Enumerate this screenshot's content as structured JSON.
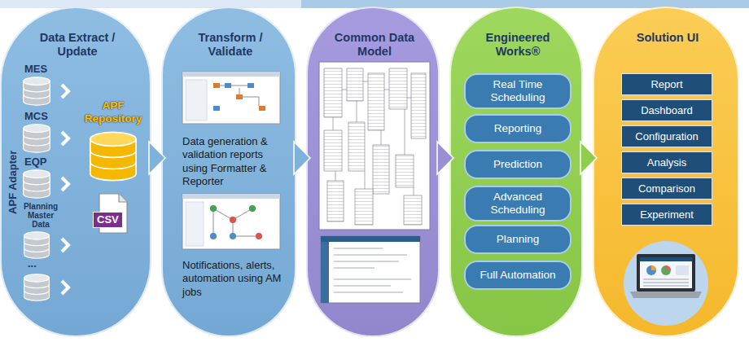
{
  "diagram": {
    "nodes": [
      {
        "text": [
          "Data Extract / Update"
        ]
      },
      {
        "text": [
          "Transform / Validate",
          "Data generation & validation reports using Formatter & Reporter",
          "Notifications, alerts, automation using AM jobs"
        ]
      },
      {
        "text": [
          "Common Data Model"
        ]
      },
      {
        "text": [
          "Engineered Works®"
        ]
      },
      {
        "text": [
          "Real Time Scheduling"
        ],
        "in": 3
      },
      {
        "text": [
          "Reporting"
        ],
        "in": 3
      },
      {
        "text": [
          "Prediction"
        ],
        "in": 3
      },
      {
        "text": [
          "Advanced Scheduling"
        ],
        "in": 3
      },
      {
        "text": [
          "Planning"
        ],
        "in": 3
      },
      {
        "text": [
          "Full Automation"
        ],
        "in": 3
      },
      {
        "text": [
          "Solution UI"
        ]
      },
      {
        "text": [
          "Report"
        ],
        "in": 10
      },
      {
        "text": [
          "Dashboard"
        ],
        "in": 10
      },
      {
        "text": [
          "Configuration"
        ],
        "in": 10
      },
      {
        "text": [
          "Analysis"
        ],
        "in": 10
      },
      {
        "text": [
          "Comparison"
        ],
        "in": 10
      },
      {
        "text": [
          "Experiment"
        ],
        "in": 10
      }
    ],
    "edges": [
      {
        "from": 0,
        "to": 1,
        "arrow": "to"
      },
      {
        "from": 1,
        "to": 2,
        "arrow": "to"
      },
      {
        "from": 2,
        "to": 3,
        "arrow": "to"
      },
      {
        "from": 3,
        "to": 10,
        "arrow": "to"
      }
    ],
    "labels": [
      "MES",
      "MCS",
      "EQP",
      "APF Adapter",
      "Planning Master Data",
      "...",
      "APF Repository",
      "CSV"
    ]
  }
}
